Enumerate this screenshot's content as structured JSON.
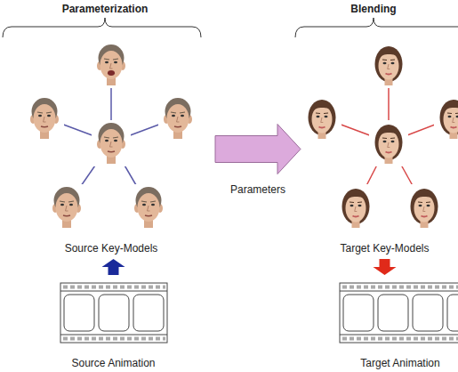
{
  "diagram": {
    "nodes": [
      {
        "text": [
          "Source Key-Models"
        ]
      },
      {
        "text": [
          "Source Animation"
        ]
      },
      {
        "text": [
          "Target Key-Models"
        ]
      },
      {
        "text": [
          "Target Animation"
        ]
      }
    ],
    "edges": [
      {
        "from": 1,
        "to": 0,
        "arrow": "to"
      },
      {
        "from": 0,
        "to": 2,
        "label": "Parameters",
        "arrow": "to"
      },
      {
        "from": 2,
        "to": 3,
        "arrow": "to"
      }
    ],
    "labels": [
      "Parameterization",
      "Blending"
    ]
  }
}
